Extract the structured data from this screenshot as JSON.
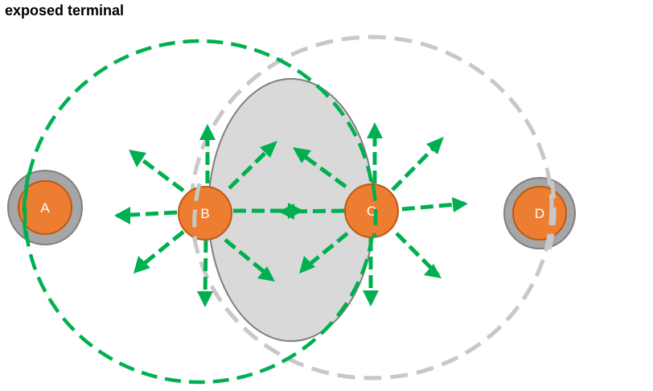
{
  "title": "exposed terminal",
  "colors": {
    "node_fill": "#ED7D31",
    "node_stroke": "#B85A16",
    "terminal_ring": "#A6A6A6",
    "terminal_ring_stroke": "#7F7F7F",
    "obstacle_fill": "#D9D9D9",
    "obstacle_stroke": "#7F7F7F",
    "range_b": "#00B050",
    "range_c": "#C8C8C8",
    "arrow": "#00B050"
  },
  "nodes": [
    {
      "id": "A",
      "label": "A",
      "exposed_terminal_ring": true
    },
    {
      "id": "B",
      "label": "B",
      "exposed_terminal_ring": false
    },
    {
      "id": "C",
      "label": "C",
      "exposed_terminal_ring": false
    },
    {
      "id": "D",
      "label": "D",
      "exposed_terminal_ring": true
    }
  ],
  "ranges": [
    {
      "center": "B",
      "style": "green-dashed"
    },
    {
      "center": "C",
      "style": "gray-dashed"
    }
  ],
  "obstacle": {
    "shape": "ellipse"
  },
  "transmissions": [
    {
      "from": "B",
      "directions": [
        "left",
        "up-left",
        "down-left",
        "up",
        "down",
        "up-right",
        "down-right",
        "right"
      ]
    },
    {
      "from": "C",
      "directions": [
        "left",
        "up-left",
        "down-left",
        "up",
        "down",
        "up-right",
        "down-right",
        "right"
      ]
    }
  ]
}
